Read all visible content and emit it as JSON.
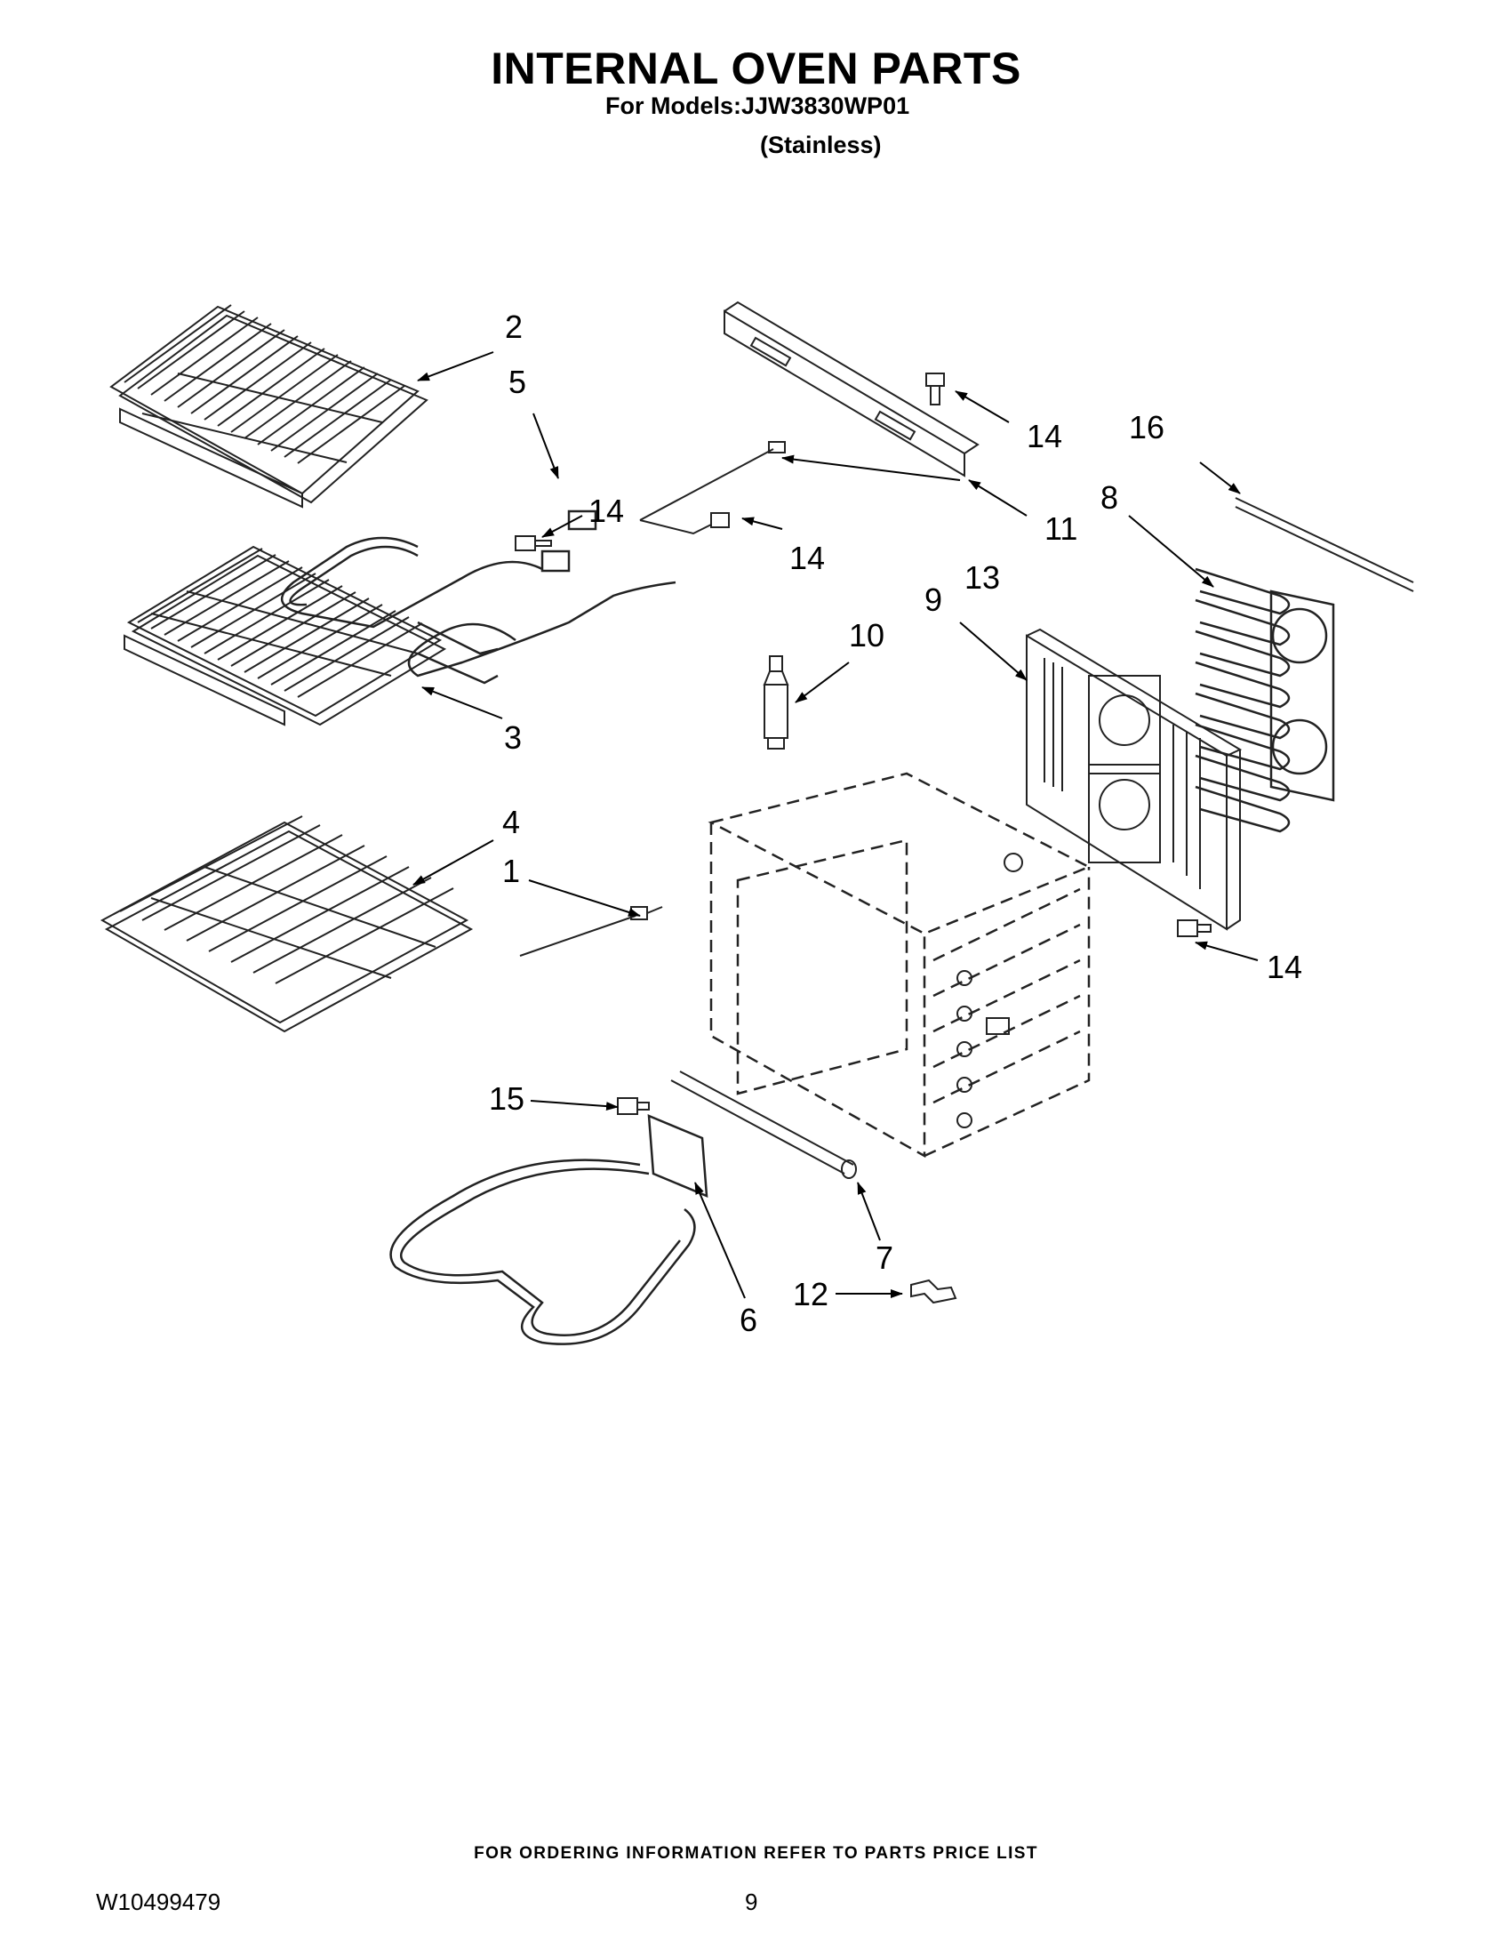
{
  "page": {
    "title": "INTERNAL OVEN PARTS",
    "models_line": "For Models:JJW3830WP01",
    "variant": "(Stainless)",
    "footer_note": "FOR ORDERING INFORMATION REFER TO PARTS PRICE LIST",
    "doc_number": "W10499479",
    "page_number": "9"
  },
  "callouts": {
    "c2": "2",
    "c5": "5",
    "c14a": "14",
    "c16": "16",
    "c14b": "14",
    "c11": "11",
    "c8": "8",
    "c14c": "14",
    "c13": "13",
    "c9": "9",
    "c10": "10",
    "c3": "3",
    "c4": "4",
    "c1": "1",
    "c14d": "14",
    "c15": "15",
    "c7": "7",
    "c12": "12",
    "c6": "6"
  }
}
